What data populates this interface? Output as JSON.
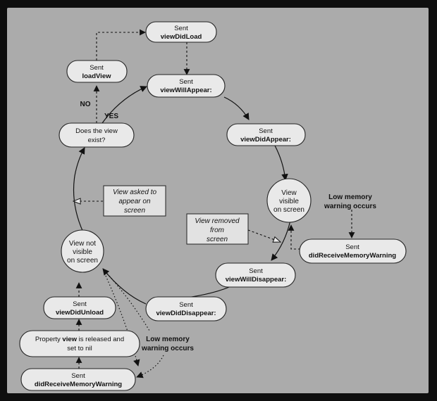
{
  "diagram": {
    "events": {
      "view_did_load": {
        "sent": "Sent",
        "method": "viewDidLoad"
      },
      "load_view": {
        "sent": "Sent",
        "method": "loadView"
      },
      "view_will_appear": {
        "sent": "Sent",
        "method": "viewWillAppear:"
      },
      "view_did_appear": {
        "sent": "Sent",
        "method": "viewDidAppear:"
      },
      "view_will_disappear": {
        "sent": "Sent",
        "method": "viewWillDisappear:"
      },
      "view_did_disappear": {
        "sent": "Sent",
        "method": "viewDidDisappear:"
      },
      "did_receive_memory_warning_right": {
        "sent": "Sent",
        "method": "didReceiveMemoryWarning"
      },
      "view_did_unload": {
        "sent": "Sent",
        "method": "viewDidUnload"
      },
      "did_receive_memory_warning_bottom": {
        "sent": "Sent",
        "method": "didReceiveMemoryWarning"
      }
    },
    "decision": {
      "line1": "Does the view",
      "line2": "exist?"
    },
    "branch_labels": {
      "no": "NO",
      "yes": "YES"
    },
    "property_release": {
      "line1_prefix": "Property ",
      "line1_bold": "view",
      "line1_suffix": " is released and",
      "line2": "set to nil"
    },
    "states": {
      "visible": {
        "line1": "View",
        "line2": "visible",
        "line3": "on screen"
      },
      "not_visible": {
        "line1": "View not",
        "line2": "visible",
        "line3": "on screen"
      }
    },
    "notes": {
      "appear": {
        "line1": "View asked to",
        "line2": "appear on",
        "line3": "screen"
      },
      "removed": {
        "line1": "View removed",
        "line2": "from",
        "line3": "screen"
      }
    },
    "memory_warnings": {
      "right": {
        "line1": "Low memory",
        "line2": "warning occurs"
      },
      "bottom": {
        "line1": "Low memory",
        "line2": "warning occurs"
      }
    }
  }
}
